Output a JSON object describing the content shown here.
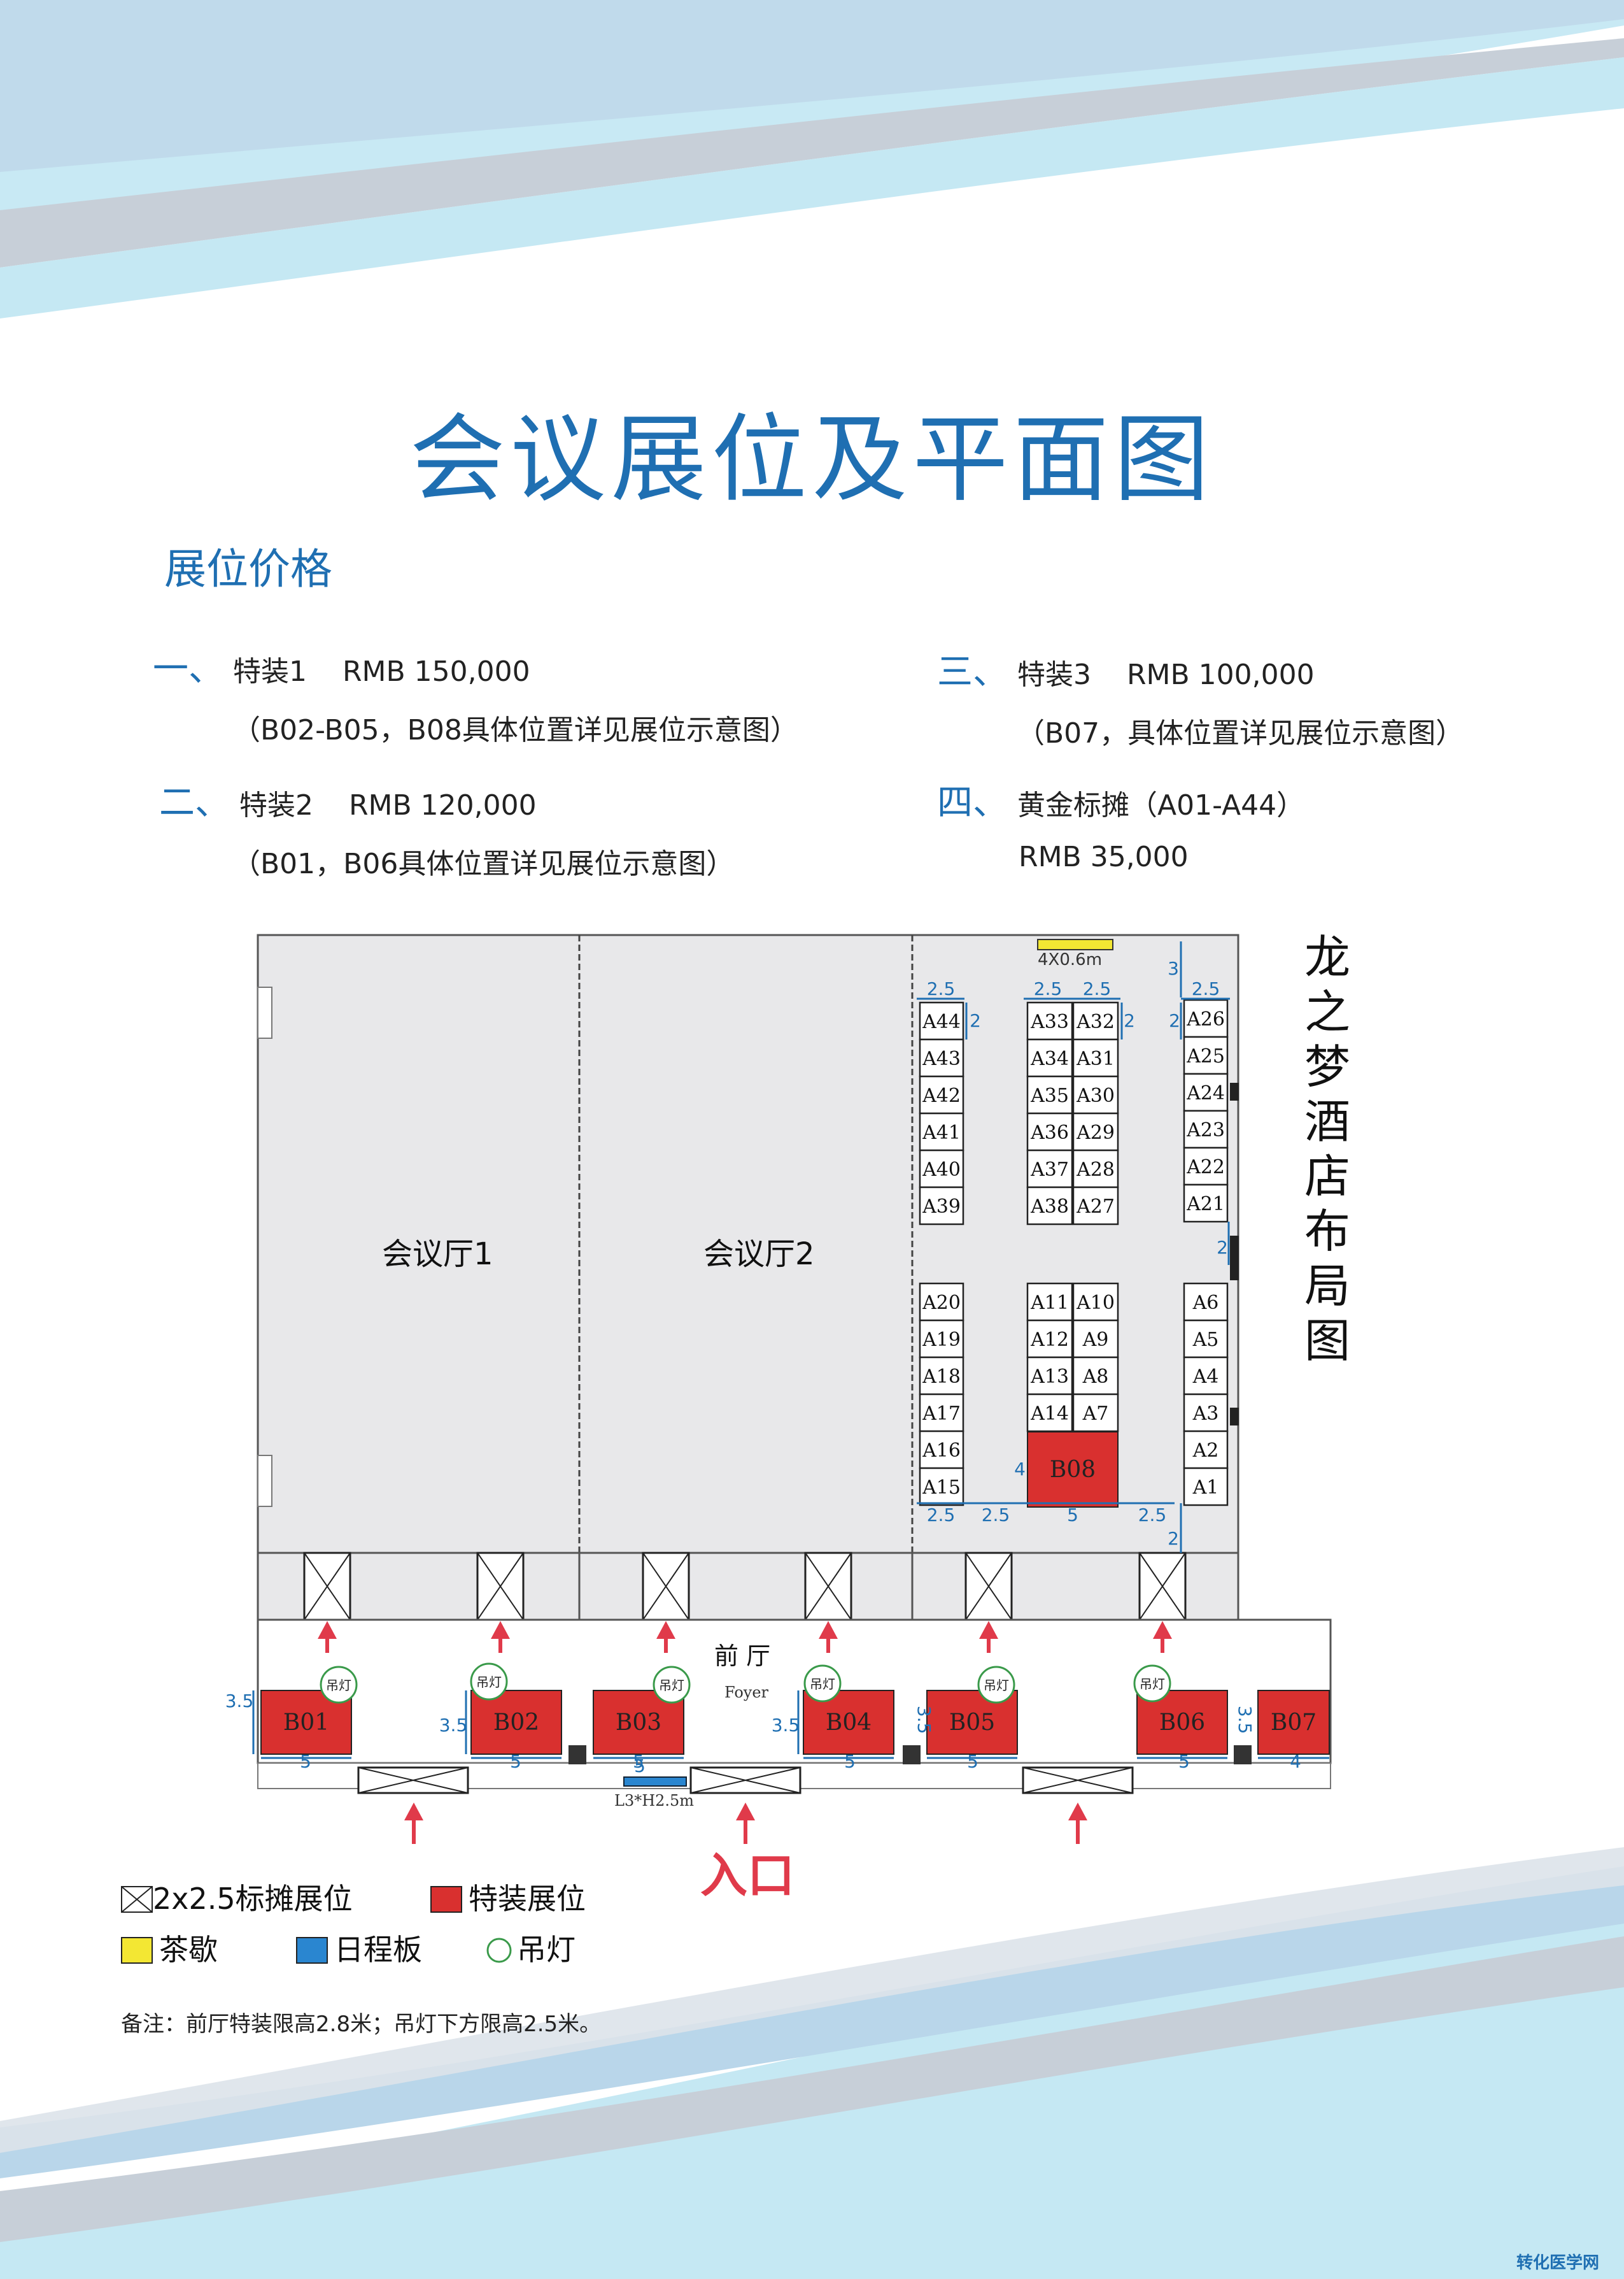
{
  "title": "会议展位及平面图",
  "price_heading": "展位价格",
  "prices": [
    {
      "num": "一、",
      "name": "特装1",
      "price": "RMB 150,000",
      "note": "（B02-B05，B08具体位置详见展位示意图）"
    },
    {
      "num": "二、",
      "name": "特装2",
      "price": "RMB 120,000",
      "note": "（B01，B06具体位置详见展位示意图）"
    },
    {
      "num": "三、",
      "name": "特装3",
      "price": "RMB 100,000",
      "note": "（B07，具体位置详见展位示意图）"
    },
    {
      "num": "四、",
      "name": "黄金标摊（A01-A44）",
      "price": "",
      "note": "RMB 35,000"
    }
  ],
  "hotel_label": "龙之梦酒店布局图",
  "plan": {
    "hall1": "会议厅1",
    "hall2": "会议厅2",
    "foyer_cn": "前 厅",
    "foyer_en": "Foyer",
    "tea_size": "4X0.6m",
    "board_size": "L3*H2.5m",
    "entrance": "入口",
    "chandelier": "吊灯",
    "booths_left": [
      "A44",
      "A43",
      "A42",
      "A41",
      "A40",
      "A39"
    ],
    "booths_left_low": [
      "A20",
      "A19",
      "A18",
      "A17",
      "A16",
      "A15"
    ],
    "booths_mid_l": [
      "A33",
      "A34",
      "A35",
      "A36",
      "A37",
      "A38"
    ],
    "booths_mid_r": [
      "A32",
      "A31",
      "A30",
      "A29",
      "A28",
      "A27"
    ],
    "booths_mid_low_l": [
      "A11",
      "A12",
      "A13",
      "A14"
    ],
    "booths_mid_low_r": [
      "A10",
      "A9",
      "A8",
      "A7"
    ],
    "booths_right": [
      "A26",
      "A25",
      "A24",
      "A23",
      "A22",
      "A21"
    ],
    "booths_right_low": [
      "A6",
      "A5",
      "A4",
      "A3",
      "A2",
      "A1"
    ],
    "special": [
      "B01",
      "B02",
      "B03",
      "B04",
      "B05",
      "B06",
      "B07",
      "B08"
    ],
    "dims": {
      "d25": "2.5",
      "d2": "2",
      "d3": "3",
      "d35": "3.5",
      "d4": "4",
      "d5": "5"
    }
  },
  "legend": {
    "std": "2x2.5标摊展位",
    "special": "特装展位",
    "tea": "茶歇",
    "board": "日程板",
    "lamp": "吊灯"
  },
  "remark": "备注：前厅特装限高2.8米；吊灯下方限高2.5米。",
  "watermark": "转化医学网",
  "colors": {
    "blue": "#1f6fb2",
    "red": "#d9302f",
    "yellow": "#f3e733",
    "board": "#2a86d0",
    "lamp": "#3a9a4a",
    "arrow": "#e03a4a"
  }
}
